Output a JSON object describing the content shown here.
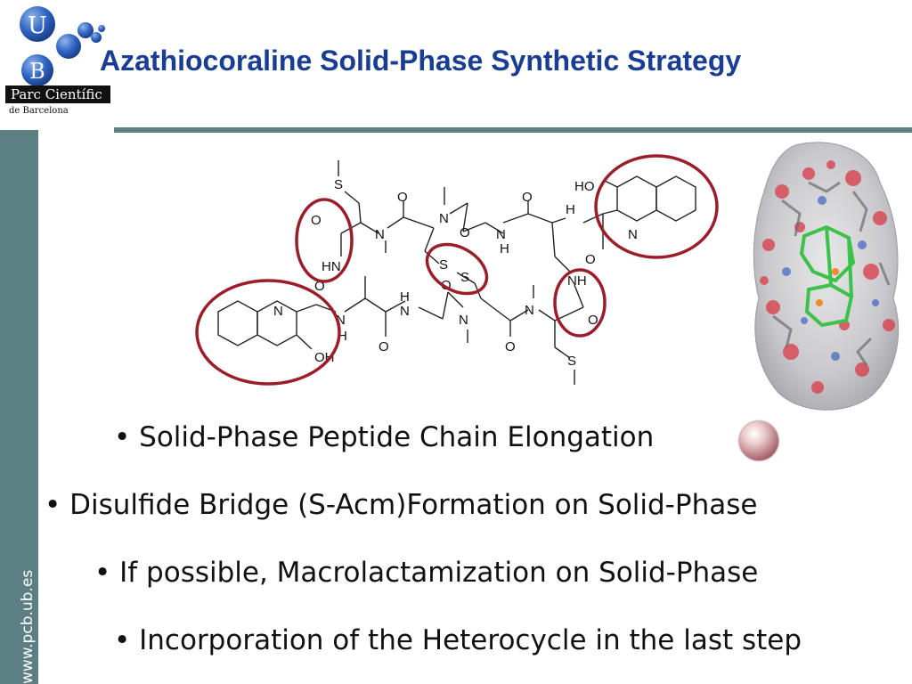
{
  "logo": {
    "letter_top": "U",
    "letter_bottom": "B",
    "band_text": "Parc Científic",
    "sub_text": "de Barcelona"
  },
  "title": "Azathiocoraline Solid-Phase Synthetic Strategy",
  "side_url": "www.pcb.ub.es",
  "bullets": [
    "• Solid-Phase Peptide Chain Elongation",
    "• Disulfide Bridge (S-Acm)Formation on Solid-Phase",
    "• If possible, Macrolactamization on Solid-Phase",
    "• Incorporation of the Heterocycle in the last step"
  ],
  "molecule_labels": {
    "S": "S",
    "O": "O",
    "N": "N",
    "NH": "NH",
    "HN": "HN",
    "H": "H",
    "HO": "HO",
    "OH": "OH"
  },
  "colors": {
    "title": "#1a3d94",
    "sidebar": "#5b7f82",
    "highlight_ring": "#9b1d2a"
  }
}
